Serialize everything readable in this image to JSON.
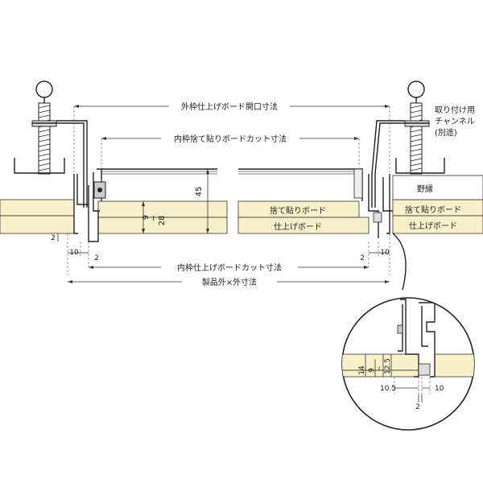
{
  "labels": {
    "outer_frame_opening": "外枠仕上げボード開口寸法",
    "inner_frame_base_cut": "内枠捨て貼りボードカット寸法",
    "inner_frame_finish_cut": "内枠仕上げボードカット寸法",
    "product_outer": "製品外×外寸法",
    "channel_line1": "取り付け用",
    "channel_line2": "チャンネル",
    "channel_line3": "(別途)",
    "nobuchi": "野縁",
    "base_board_center": "捨て貼りボード",
    "finish_board_center": "仕上げボード",
    "base_board_right": "捨て貼りボード",
    "finish_board_right": "仕上げボード"
  },
  "dims": {
    "d45": "45",
    "d9": "9",
    "d28": "28",
    "tilde": "~",
    "d2_left_vertical": "2",
    "d10_left": "10",
    "d2_left": "2",
    "d2_right": "2",
    "d10_right": "10",
    "detail_14": "14",
    "detail_9": "9",
    "detail_tilde": "~",
    "detail_12_5": "12.5",
    "detail_10_5": "10.5",
    "detail_10": "10",
    "detail_2": "2"
  }
}
